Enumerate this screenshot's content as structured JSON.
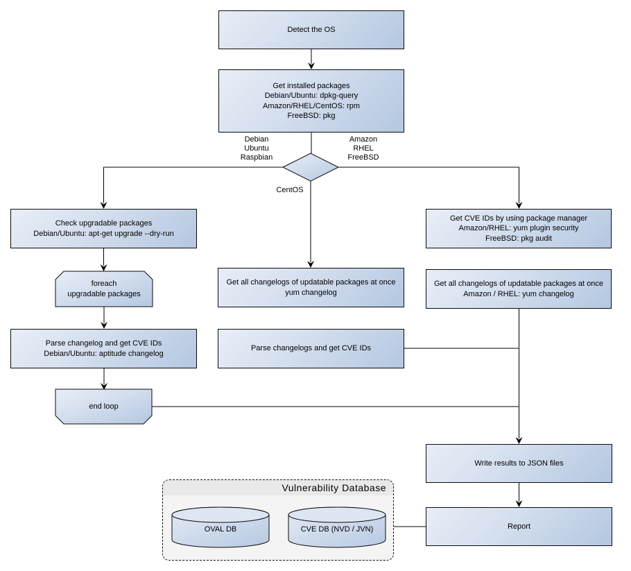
{
  "colors": {
    "node_gradient_start": "#e8eef7",
    "node_gradient_end": "#b4c7e1",
    "node_border": "#0a0a0a",
    "connector": "#000000",
    "db_container_bg": "#f4f4f4",
    "db_container_header_bg": "#e9e9e9",
    "cylinder_top_fill": "#dde7f3",
    "canvas_bg": "#ffffff"
  },
  "nodes": {
    "detect_os": {
      "lines": [
        "Detect the OS"
      ]
    },
    "get_installed_packages": {
      "lines": [
        "Get installed packages",
        "Debian/Ubuntu: dpkg-query",
        "Amazon/RHEL/CentOS: rpm",
        "FreeBSD: pkg"
      ]
    },
    "check_upgradable": {
      "lines": [
        "Check upgradable packages",
        "Debian/Ubuntu: apt-get upgrade --dry-run"
      ]
    },
    "foreach_loop": {
      "lines": [
        "foreach",
        "upgradable  packages"
      ]
    },
    "parse_changelog_left": {
      "lines": [
        "Parse changelog and get  CVE IDs",
        "Debian/Ubuntu: aptitude changelog"
      ]
    },
    "end_loop": {
      "lines": [
        "end loop"
      ]
    },
    "get_changelogs_centos": {
      "lines": [
        "Get all changelogs of updatable packages at once",
        "yum changelog"
      ]
    },
    "parse_changelogs_centos": {
      "lines": [
        "Parse changelogs and get CVE IDs"
      ]
    },
    "get_cve_ids_pkg_manager": {
      "lines": [
        "Get CVE IDs by using package manager",
        "Amazon/RHEL: yum plugin security",
        "FreeBSD: pkg audit"
      ]
    },
    "get_changelogs_amazon_rhel": {
      "lines": [
        "Get all changelogs of updatable packages at once",
        "Amazon / RHEL: yum changelog"
      ]
    },
    "write_results": {
      "lines": [
        "Write results to JSON files"
      ]
    },
    "report": {
      "lines": [
        "Report"
      ]
    }
  },
  "branch_labels": {
    "left": [
      "Debian",
      "Ubuntu",
      "Raspbian"
    ],
    "right": [
      "Amazon",
      "RHEL",
      "FreeBSD"
    ],
    "bottom": "CentOS"
  },
  "vulnerability_database": {
    "title": "Vulnerability Database",
    "databases": [
      "OVAL DB",
      "CVE DB (NVD / JVN)"
    ]
  }
}
